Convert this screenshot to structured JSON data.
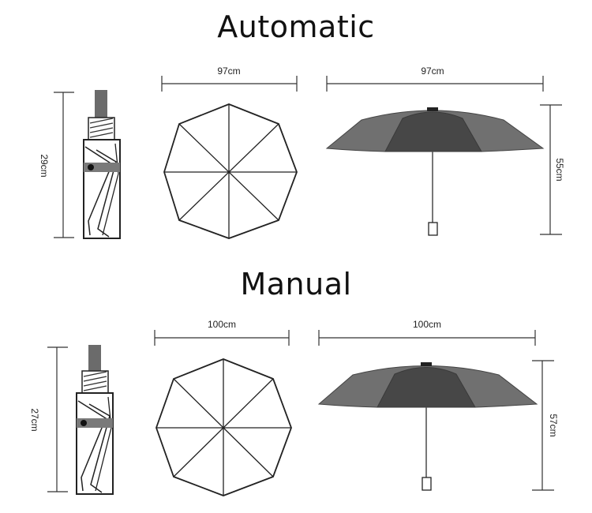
{
  "sections": [
    {
      "title": "Automatic",
      "folded_length": "29cm",
      "canopy_diameter": "97cm",
      "span_width": "97cm",
      "open_height": "55cm"
    },
    {
      "title": "Manual",
      "folded_length": "27cm",
      "canopy_diameter": "100cm",
      "span_width": "100cm",
      "open_height": "57cm"
    }
  ],
  "colors": {
    "canopy_outer": "#6e6e6e",
    "canopy_inner": "#4a4a4a",
    "line": "#333333"
  }
}
